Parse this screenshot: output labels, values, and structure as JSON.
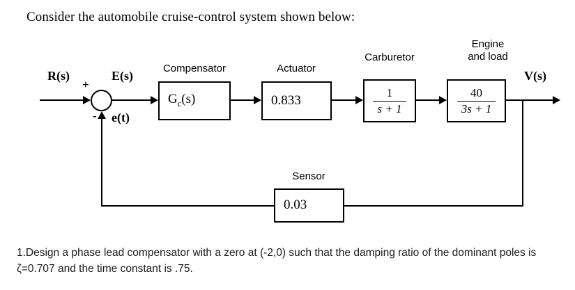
{
  "document": {
    "title": "Consider the automobile cruise-control system shown below:"
  },
  "diagram": {
    "type": "control-system-block-diagram",
    "name": "automobile cruise-control system",
    "signals": {
      "input": "R(s)",
      "error_s": "E(s)",
      "error_t": "e(t)",
      "output": "V(s)"
    },
    "summing_junction": {
      "plus_sign": "+",
      "minus_sign": "-"
    },
    "blocks": [
      {
        "label": "Compensator",
        "value": "Gc(s)",
        "value_base": "G",
        "value_sub": "c",
        "value_tail": "(s)",
        "kind": "text"
      },
      {
        "label": "Actuator",
        "value": "0.833",
        "kind": "text"
      },
      {
        "label": "Carburetor",
        "numerator": "1",
        "denominator": "s + 1",
        "kind": "fraction"
      },
      {
        "label_line1": "Engine",
        "label_line2": "and load",
        "label": "Engine and load",
        "numerator": "40",
        "denominator": "3s + 1",
        "kind": "fraction"
      },
      {
        "label": "Sensor",
        "value": "0.03",
        "kind": "text"
      }
    ]
  },
  "caption": {
    "text": "1.Design a phase lead compensator with a zero at (-2,0) such that the damping ratio of the dominant poles is ζ=0.707 and the time constant is .75."
  },
  "colors": {
    "ink": "#000000",
    "background": "#ffffff",
    "caption_text": "#1a1a1a"
  }
}
